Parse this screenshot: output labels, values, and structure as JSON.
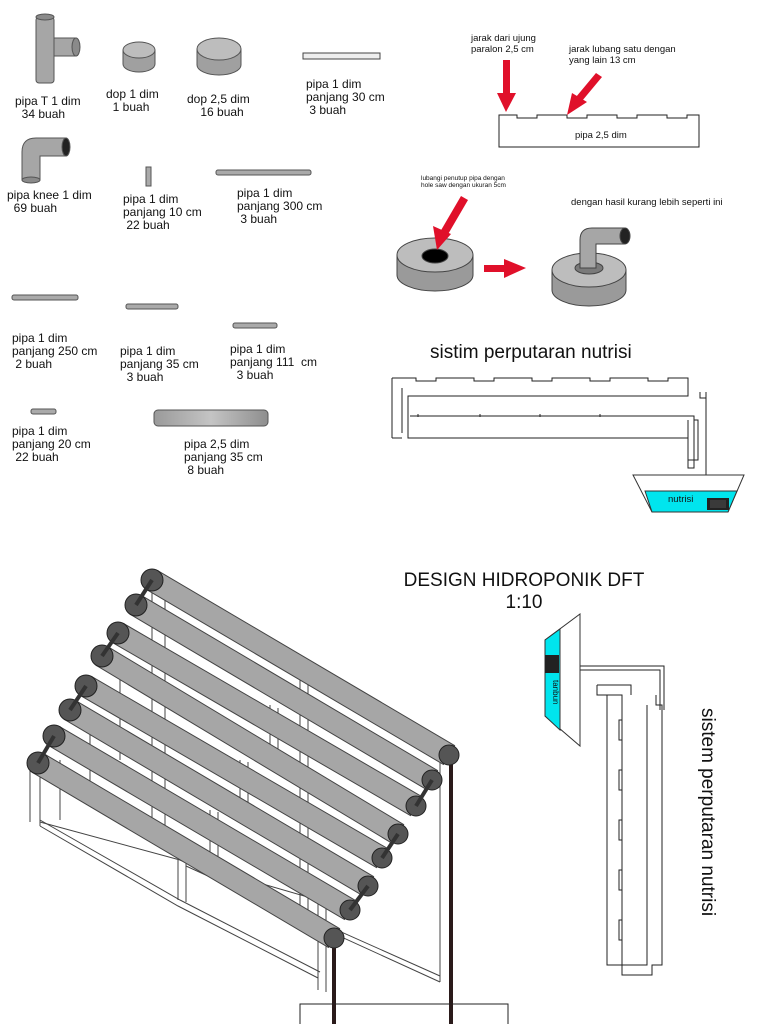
{
  "parts": [
    {
      "id": "tee",
      "name": "pipa T 1 dim",
      "qty": "34 buah"
    },
    {
      "id": "dop1",
      "name": "dop 1 dim",
      "qty": "1 buah"
    },
    {
      "id": "dop25",
      "name": "dop 2,5 dim",
      "qty": "16 buah"
    },
    {
      "id": "p30",
      "name": "pipa 1 dim",
      "length": "panjang 30 cm",
      "qty": "3 buah"
    },
    {
      "id": "knee",
      "name": "pipa knee 1 dim",
      "qty": "69 buah"
    },
    {
      "id": "p10",
      "name": "pipa 1 dim",
      "length": "panjang 10 cm",
      "qty": "22 buah"
    },
    {
      "id": "p300",
      "name": "pipa 1 dim",
      "length": "panjang 300 cm",
      "qty": "3 buah"
    },
    {
      "id": "p250",
      "name": "pipa 1 dim",
      "length": "panjang 250 cm",
      "qty": "2 buah"
    },
    {
      "id": "p35",
      "name": "pipa 1 dim",
      "length": "panjang 35 cm",
      "qty": "3 buah"
    },
    {
      "id": "p111",
      "name": "pipa 1 dim",
      "length": "panjang 111  cm",
      "qty": "3 buah"
    },
    {
      "id": "p20",
      "name": "pipa 1 dim",
      "length": "panjang 20 cm",
      "qty": "22 buah"
    },
    {
      "id": "p2535",
      "name": "pipa 2,5 dim",
      "length": "panjang 35 cm",
      "qty": "8 buah"
    }
  ],
  "pipe_detail": {
    "end_distance": "jarak dari ujung\nparalon 2,5 cm",
    "hole_spacing": "jarak lubang satu dengan\nyang lain 13 cm",
    "pipe_label": "pipa 2,5 dim"
  },
  "cap_detail": {
    "instruction": "lubangi penutup pipa dengan\nhole saw dengan ukuran 5cm",
    "result": "dengan hasil kurang lebih seperti ini"
  },
  "circulation_top": {
    "title": "sistim perputaran nutrisi",
    "tank_label": "nutrisi"
  },
  "design": {
    "title": "DESIGN HIDROPONIK DFT",
    "scale": "1:10"
  },
  "circulation_side": {
    "title": "sistem perputaran nutrisi",
    "tank_label": "tanbun"
  },
  "colors": {
    "pipe_gray": "#a6a6a6",
    "pipe_dark": "#555555",
    "water": "#00e5ee",
    "arrow": "#e0102a",
    "line": "#111111"
  }
}
